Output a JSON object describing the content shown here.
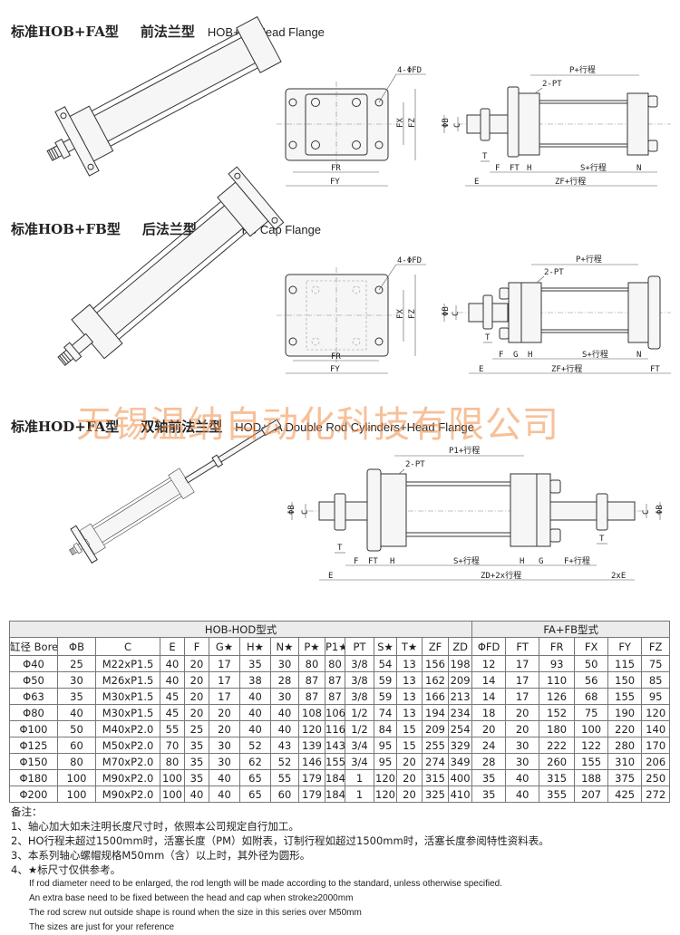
{
  "sections": [
    {
      "title_cn": "标准HOB+FA型",
      "subtitle_cn": "前法兰型",
      "subtitle_en": "HOB+FA   Head Flange"
    },
    {
      "title_cn": "标准HOB+FB型",
      "subtitle_cn": "后法兰型",
      "subtitle_en": "HOB+FB   Cap Flange"
    },
    {
      "title_cn": "标准HOD+FA型",
      "subtitle_cn": "双轴前法兰型",
      "subtitle_en": "HOD+FA  Double  Rod Cylinders+Head Flange"
    }
  ],
  "watermark": "无锡温纳自动化科技有限公司",
  "dims": {
    "fd": "4-ΦFD",
    "fr": "FR",
    "fy": "FY",
    "fx": "FX",
    "fz": "FZ",
    "p": "P+行程",
    "p1": "P1+行程",
    "pt": "2-PT",
    "b": "ΦB",
    "c": "C",
    "t": "T",
    "f": "F",
    "ft": "FT",
    "g": "G",
    "h": "H",
    "s": "S+行程",
    "n": "N",
    "e": "E",
    "zf": "ZF+行程",
    "zd": "ZD+2x行程",
    "f2": "F+行程",
    "e2": "2xE"
  },
  "table": {
    "group_headers": [
      "HOB-HOD型式",
      "FA+FB型式"
    ],
    "columns": [
      "缸径 Bore",
      "ΦB",
      "C",
      "E",
      "F",
      "G★",
      "H★",
      "N★",
      "P★",
      "P1★",
      "PT",
      "S★",
      "T★",
      "ZF",
      "ZD",
      "ΦFD",
      "FT",
      "FR",
      "FX",
      "FY",
      "FZ"
    ],
    "rows": [
      [
        "Φ40",
        "25",
        "M22xP1.5",
        "40",
        "20",
        "17",
        "35",
        "30",
        "80",
        "80",
        "3/8",
        "54",
        "13",
        "156",
        "198",
        "12",
        "17",
        "93",
        "50",
        "115",
        "75"
      ],
      [
        "Φ50",
        "30",
        "M26xP1.5",
        "40",
        "20",
        "17",
        "38",
        "28",
        "87",
        "87",
        "3/8",
        "59",
        "13",
        "162",
        "209",
        "14",
        "17",
        "110",
        "56",
        "150",
        "85"
      ],
      [
        "Φ63",
        "35",
        "M30xP1.5",
        "45",
        "20",
        "17",
        "40",
        "30",
        "87",
        "87",
        "3/8",
        "59",
        "13",
        "166",
        "213",
        "14",
        "17",
        "126",
        "68",
        "155",
        "95"
      ],
      [
        "Φ80",
        "40",
        "M30xP1.5",
        "45",
        "20",
        "20",
        "40",
        "40",
        "108",
        "106",
        "1/2",
        "74",
        "13",
        "194",
        "234",
        "18",
        "20",
        "152",
        "75",
        "190",
        "120"
      ],
      [
        "Φ100",
        "50",
        "M40xP2.0",
        "55",
        "25",
        "20",
        "40",
        "40",
        "120",
        "116",
        "1/2",
        "84",
        "15",
        "209",
        "254",
        "20",
        "20",
        "180",
        "100",
        "220",
        "140"
      ],
      [
        "Φ125",
        "60",
        "M50xP2.0",
        "70",
        "35",
        "30",
        "52",
        "43",
        "139",
        "143",
        "3/4",
        "95",
        "15",
        "255",
        "329",
        "24",
        "30",
        "222",
        "122",
        "280",
        "170"
      ],
      [
        "Φ150",
        "80",
        "M70xP2.0",
        "80",
        "35",
        "30",
        "62",
        "52",
        "146",
        "155",
        "3/4",
        "95",
        "20",
        "274",
        "349",
        "28",
        "30",
        "260",
        "155",
        "310",
        "206"
      ],
      [
        "Φ180",
        "100",
        "M90xP2.0",
        "100",
        "35",
        "40",
        "65",
        "55",
        "179",
        "184",
        "1",
        "120",
        "20",
        "315",
        "400",
        "35",
        "40",
        "315",
        "188",
        "375",
        "250"
      ],
      [
        "Φ200",
        "100",
        "M90xP2.0",
        "100",
        "40",
        "40",
        "65",
        "60",
        "179",
        "184",
        "1",
        "120",
        "20",
        "325",
        "410",
        "35",
        "40",
        "355",
        "207",
        "425",
        "272"
      ]
    ]
  },
  "notes": {
    "heading": "备注：",
    "cn": [
      "1、轴心加大如未注明长度尺寸时，依照本公司规定自行加工。",
      "2、HO行程未超过1500mm时，活塞长度（PM）如附表，订制行程如超过1500mm时，活塞长度参阅特性资料表。",
      "3、本系列轴心螺帽规格M50mm（含）以上时，其外径为圆形。",
      "4、★标尺寸仅供参考。"
    ],
    "en": [
      "If rod diameter need to be enlarged, the rod length will be made according to the standard, unless otherwise specified.",
      "An extra base need to be fixed between the head and cap when stroke≥2000mm",
      "The rod screw nut outside shape is round when the size in this series over M50mm",
      "The sizes are just for your reference"
    ]
  }
}
